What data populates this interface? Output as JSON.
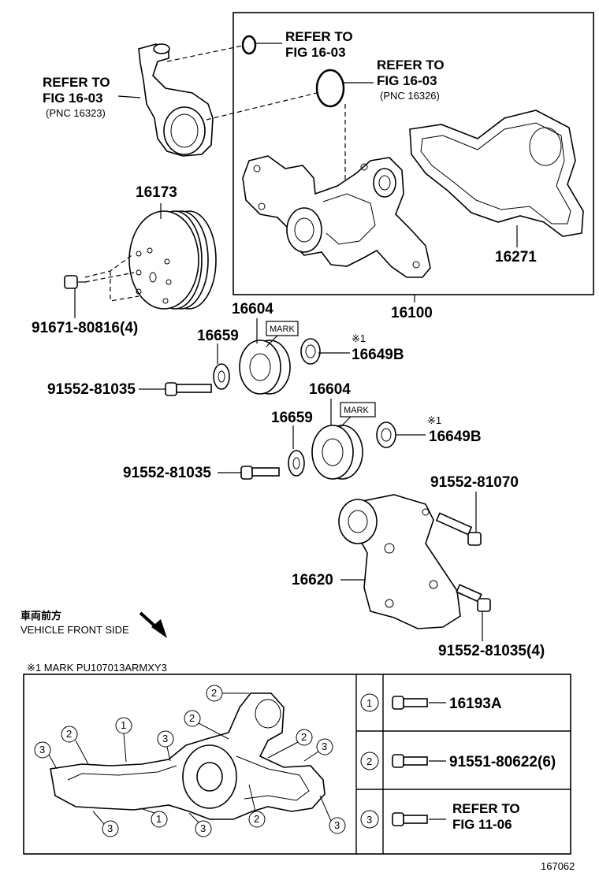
{
  "refs": {
    "left_line1": "REFER TO",
    "left_line2": "FIG 16-03",
    "left_pnc": "(PNC 16323)",
    "top_line1": "REFER TO",
    "top_line2": "FIG 16-03",
    "mid_line1": "REFER TO",
    "mid_line2": "FIG 16-03",
    "mid_pnc": "(PNC 16326)"
  },
  "parts": {
    "pulley": "16173",
    "pulley_bolt": "91671-80816(4)",
    "gasket": "16271",
    "water_pump_assy": "16100",
    "idler_upper": "16604",
    "idler_lower": "16604",
    "spacer_upper": "16659",
    "spacer_lower": "16659",
    "cover_upper": "16649B",
    "cover_lower": "16649B",
    "note_mark_upper": "※1",
    "note_mark_lower": "※1",
    "bolt_upper": "91552-81035",
    "bolt_lower": "91552-81035",
    "tensioner": "16620",
    "tensioner_bolt_top": "91552-81070",
    "tensioner_bolt_bottom": "91552-81035(4)",
    "mark_tag_upper": "MARK",
    "mark_tag_lower": "MARK"
  },
  "direction": {
    "japanese": "車両前方",
    "english": "VEHICLE FRONT SIDE"
  },
  "note": "※1 MARK PU107013ARMXY3",
  "legend": [
    {
      "key": "1",
      "part": "16193A"
    },
    {
      "key": "2",
      "part": "91551-80622(6)"
    },
    {
      "key": "3",
      "line1": "REFER TO",
      "line2": "FIG 11-06"
    }
  ],
  "callouts": {
    "one": "1",
    "two": "2",
    "three": "3"
  },
  "figure_number": "167062"
}
